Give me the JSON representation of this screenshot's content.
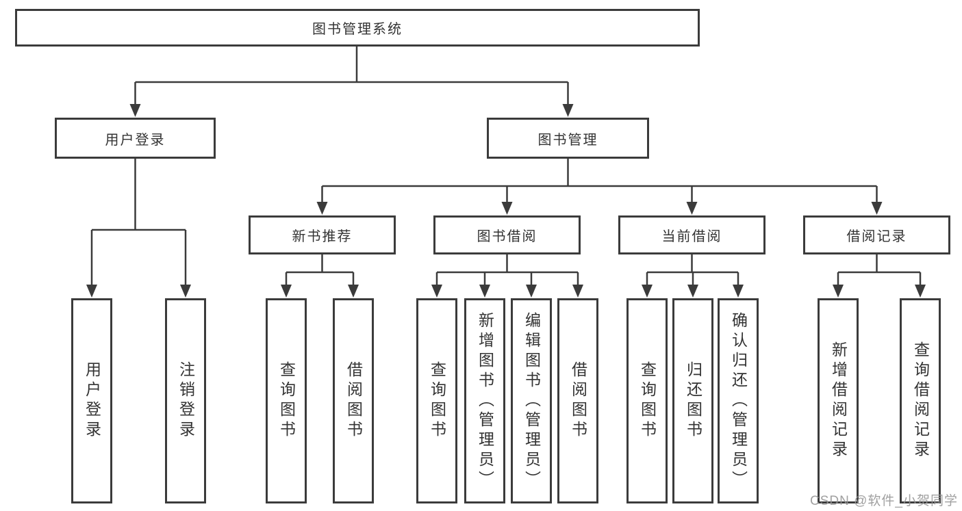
{
  "diagram_type": "hierarchy-tree",
  "hierarchy": {
    "root": "图书管理系统",
    "children": [
      {
        "label": "用户登录",
        "children": [
          "用户登录",
          "注销登录"
        ]
      },
      {
        "label": "图书管理",
        "children": [
          {
            "label": "新书推荐",
            "children": [
              "查询图书",
              "借阅图书"
            ]
          },
          {
            "label": "图书借阅",
            "children": [
              "查询图书",
              "新增图书（管理员）",
              "编辑图书（管理员）",
              "借阅图书"
            ]
          },
          {
            "label": "当前借阅",
            "children": [
              "查询图书",
              "归还图书",
              "确认归还（管理员）"
            ]
          },
          {
            "label": "借阅记录",
            "children": [
              "新增借阅记录",
              "查询借阅记录"
            ]
          }
        ]
      }
    ]
  },
  "watermark": "CSDN @软件_小贺同学",
  "colors": {
    "background": "#ffffff",
    "box_border": "#3b3b3b",
    "connector_line": "#3b3b3b",
    "text": "#333333",
    "watermark_text": "#969696"
  }
}
